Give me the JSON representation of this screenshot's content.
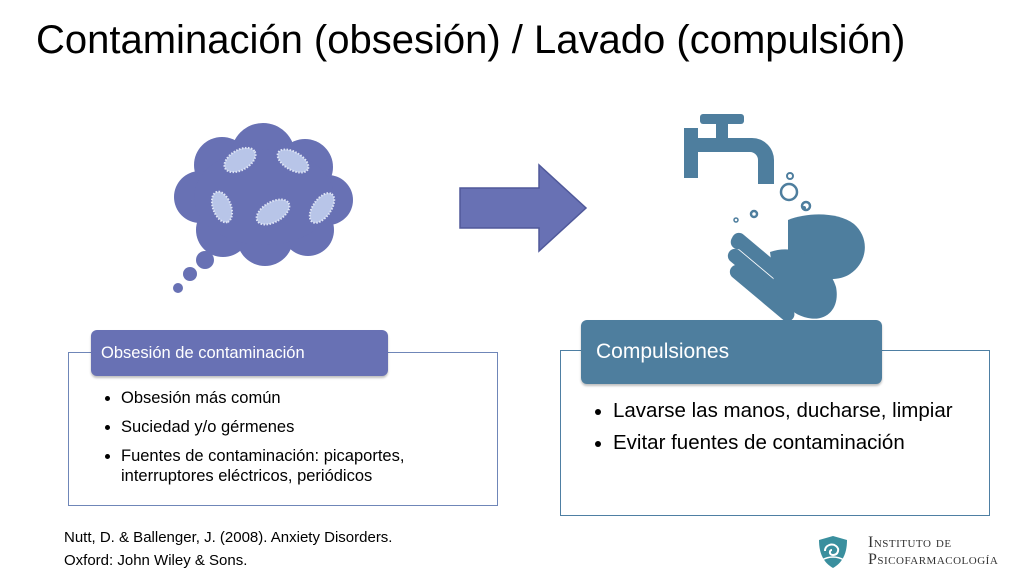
{
  "title": "Contaminación (obsesión) / Lavado (compulsión)",
  "left_panel": {
    "heading": "Obsesión de contaminación",
    "items": [
      "Obsesión más común",
      "Suciedad y/o gérmenes",
      "Fuentes de contaminación: picaportes, interruptores eléctricos, periódicos"
    ]
  },
  "right_panel": {
    "heading": "Compulsiones",
    "items": [
      "Lavarse las manos, ducharse, limpiar",
      "Evitar fuentes de contaminación"
    ]
  },
  "citation": {
    "line1": "Nutt, D. & Ballenger, J. (2008).  Anxiety Disorders.",
    "line2": "Oxford: John Wiley & Sons."
  },
  "logo": {
    "line1": "Instituto de",
    "line2": "Psicofarmacología"
  },
  "icons": {
    "thought": "thought-cloud-germs-icon",
    "arrow": "right-arrow-icon",
    "handwash": "hand-washing-icon",
    "logo": "shield-logo-icon"
  },
  "colors": {
    "cloud": "#6871b4",
    "germ": "#b8c5e8",
    "arrow": "#6871b4",
    "handwash": "#4e7e9e",
    "left_accent": "#6871b4",
    "right_accent": "#4e7e9e"
  }
}
